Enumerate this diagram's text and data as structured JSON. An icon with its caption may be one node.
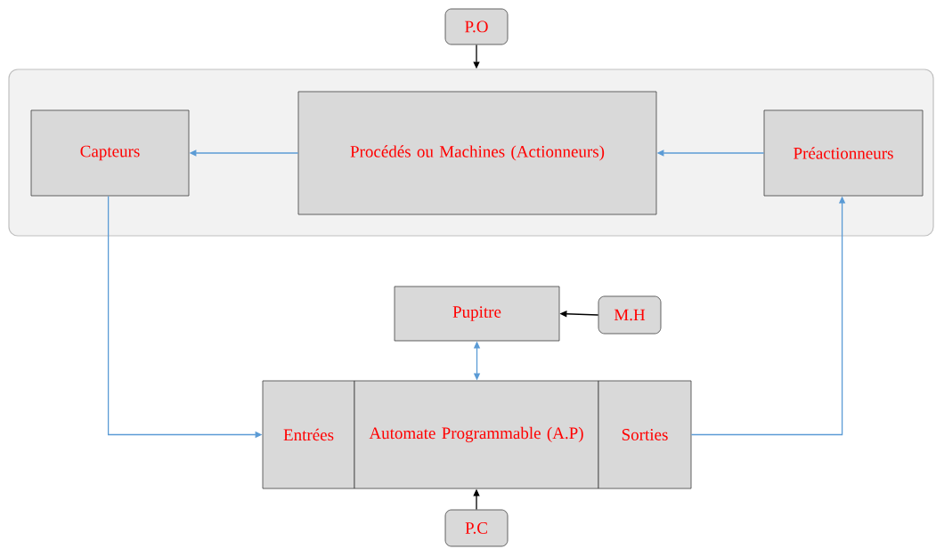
{
  "diagram": {
    "nodes": [
      {
        "text": [
          "P.O"
        ]
      },
      {
        "text": [],
        "shape": "box"
      },
      {
        "text": [
          "Capteurs"
        ],
        "in": 1
      },
      {
        "text": [
          "Procédés ou Machines (Actionneurs)"
        ],
        "in": 1
      },
      {
        "text": [
          "Préactionneurs"
        ],
        "in": 1
      },
      {
        "text": [
          "Pupitre"
        ]
      },
      {
        "text": [
          "M.H"
        ]
      },
      {
        "text": [
          "Entrées"
        ]
      },
      {
        "text": [
          "Automate Programmable (A.P)"
        ]
      },
      {
        "text": [
          "Sorties"
        ]
      },
      {
        "text": [
          "P.C"
        ]
      }
    ],
    "edges": [
      {
        "from": 0,
        "to": 1,
        "arrow": "to",
        "color": "#000000"
      },
      {
        "from": 3,
        "to": 2,
        "arrow": "to"
      },
      {
        "from": 4,
        "to": 3,
        "arrow": "to"
      },
      {
        "from": 2,
        "to": 7,
        "arrow": "to"
      },
      {
        "from": 9,
        "to": 4,
        "arrow": "to"
      },
      {
        "from": 6,
        "to": 5,
        "arrow": "to",
        "color": "#000000"
      },
      {
        "from": 5,
        "to": 8,
        "arrow": "both"
      },
      {
        "from": 10,
        "to": 8,
        "arrow": "to",
        "color": "#000000"
      }
    ]
  }
}
